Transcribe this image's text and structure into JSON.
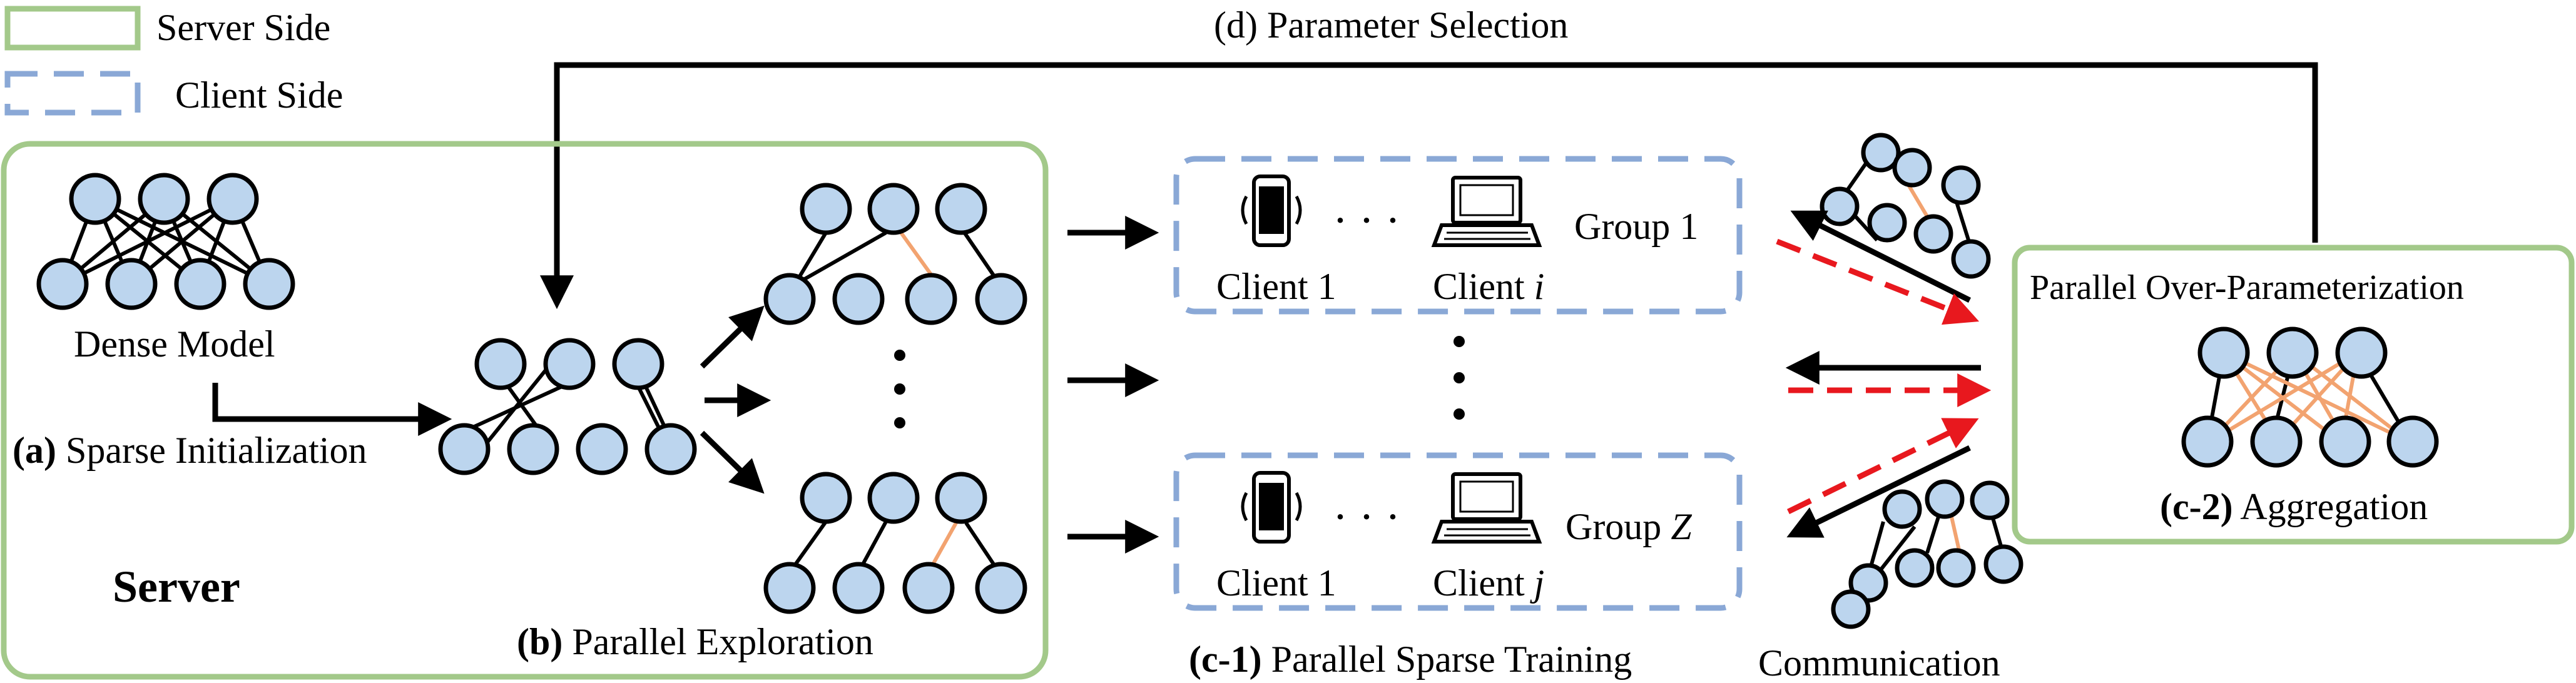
{
  "legend": {
    "server_side": "Server Side",
    "client_side": "Client Side"
  },
  "labels": {
    "parameter_selection": "(d) Parameter Selection",
    "dense_model": "Dense Model",
    "sparse_init_prefix": "(a)",
    "sparse_init": "Sparse Initialization",
    "server": "Server",
    "parallel_exploration_prefix": "(b)",
    "parallel_exploration": "Parallel Exploration",
    "parallel_sparse_training_prefix": "(c-1)",
    "parallel_sparse_training": "Parallel Sparse Training",
    "communication": "Communication",
    "parallel_over_param": "Parallel Over-Parameterization",
    "aggregation_prefix": "(c-2)",
    "aggregation": "Aggregation"
  },
  "groups": [
    {
      "name_prefix": "Group ",
      "name_var": "1",
      "client_a_label": "Client 1",
      "client_b_prefix": "Client ",
      "client_b_var": "i",
      "ellipsis": "· · ·"
    },
    {
      "name_prefix": "Group ",
      "name_var": "Z",
      "client_a_label": "Client 1",
      "client_b_prefix": "Client ",
      "client_b_var": "j",
      "ellipsis": "· · ·"
    }
  ],
  "colors": {
    "server_box": "#a3c98a",
    "client_box": "#8aa8d6",
    "node_fill": "#bcd5ee",
    "new_edge": "#f2a370",
    "downlink_arrow": "#e8181e"
  }
}
